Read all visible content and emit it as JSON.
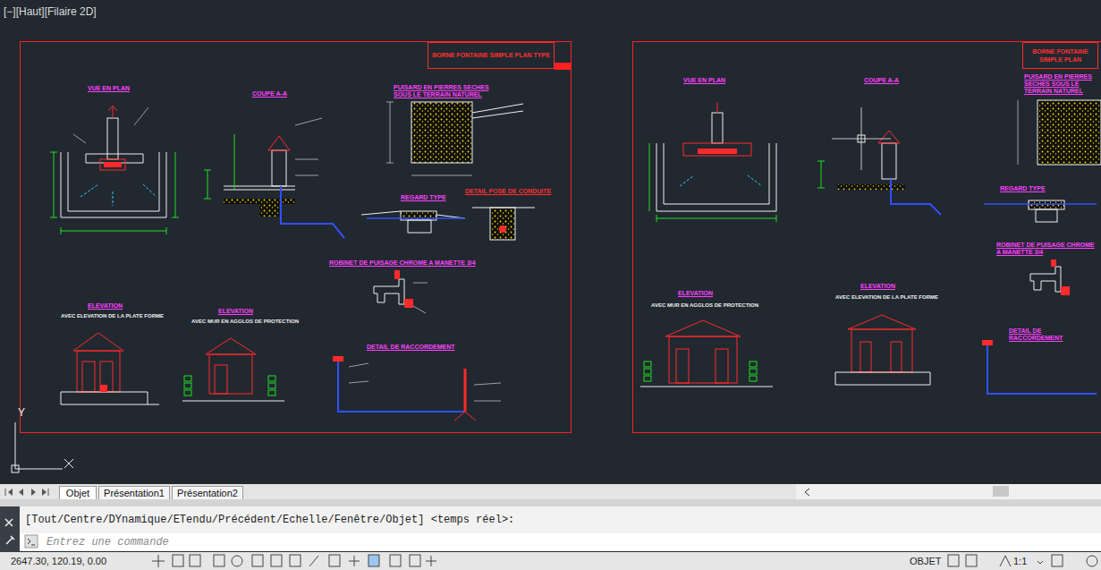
{
  "diagram": {
    "nodes": [
      {
        "text": [
          "BORNE FONTAINE SIMPLE PLAN TYPE"
        ]
      },
      {
        "text": [
          "BORNE FONTAINE SIMPLE PLAN"
        ]
      },
      {
        "text": [
          "Objet"
        ]
      },
      {
        "text": [
          "Présentation1"
        ]
      },
      {
        "text": [
          "Présentation2"
        ]
      },
      {
        "text": [
          "Entrez une commande"
        ]
      }
    ],
    "labels": [
      "[−][Haut][Filaire 2D]",
      "VUE EN PLAN",
      "COUPE A-A",
      "PUISARD EN PIERRES SECHES SOUS LE TERRAIN NATUREL",
      "REGARD TYPE",
      "DETAIL POSE DE CONDUITE",
      "ROBINET DE PUISAGE CHROME A MANETTE 3/4",
      "ELEVATION",
      "AVEC ELEVATION DE LA PLATE FORME",
      "ELEVATION",
      "AVEC MUR EN AGGLOS DE PROTECTION",
      "DETAIL DE RACCORDEMENT",
      "VUE EN PLAN",
      "COUPE A-A",
      "PUISARD EN PIERRES SECHES SOUS LE TERRAIN NATUREL",
      "REGARD TYPE",
      "ROBINET DE PUISAGE CHROME A MANETTE 3/4",
      "ELEVATION",
      "AVEC MUR EN AGGLOS DE PROTECTION",
      "ELEVATION",
      "AVEC ELEVATION DE LA PLATE FORME",
      "DETAIL DE RACCORDEMENT",
      "[Tout/Centre/DYnamique/ETendu/Précédent/Echelle/Fenêtre/Objet] <temps réel>:",
      "2647.30, 120.19, 0.00",
      "OBJET",
      "1:1",
      "Y"
    ]
  }
}
